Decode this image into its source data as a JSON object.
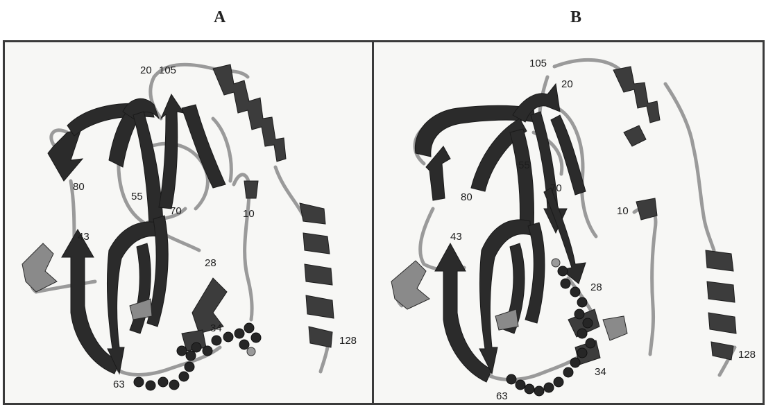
{
  "panels": [
    {
      "title": "A",
      "labels": {
        "r20": "20",
        "r105": "105",
        "r80": "80",
        "r55": "55",
        "r70": "70",
        "r10": "10",
        "r43": "43",
        "r28": "28",
        "r34": "34",
        "r63": "63",
        "r128": "128"
      }
    },
    {
      "title": "B",
      "labels": {
        "r105": "105",
        "r20": "20",
        "r55": "55",
        "r80": "80",
        "r70": "70",
        "r10": "10",
        "r43": "43",
        "r28": "28",
        "r34": "34",
        "r63": "63",
        "r128": "128"
      }
    }
  ]
}
